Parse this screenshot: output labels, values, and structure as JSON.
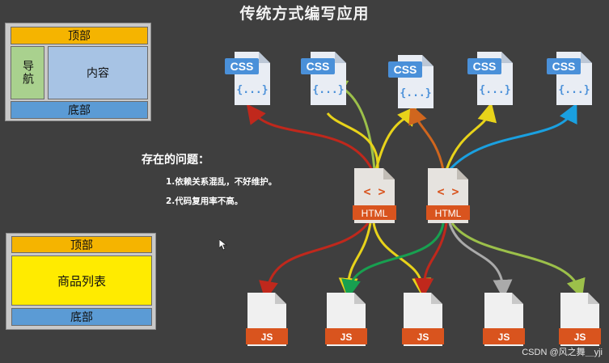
{
  "title": "传统方式编写应用",
  "layout1": {
    "top": "顶部",
    "nav": "导航",
    "content": "内容",
    "bottom": "底部"
  },
  "layout2": {
    "top": "顶部",
    "goods": "商品列表",
    "bottom": "底部"
  },
  "problems": {
    "heading": "存在的问题：",
    "items": [
      "1.依赖关系混乱，不好维护。",
      "2.代码复用率不高。"
    ]
  },
  "files": {
    "css_label": "CSS",
    "css_body": "{...}",
    "html_label": "HTML",
    "html_symbol": "< >",
    "js_label": "JS"
  },
  "colors": {
    "background": "#3f3f3f",
    "css_badge": "#4a90d9",
    "html_badge": "#d9541e",
    "js_badge": "#d9541e",
    "arrows": [
      "#c0281c",
      "#e8d31a",
      "#9cc04a",
      "#18a050",
      "#d0661e",
      "#1aa0e0",
      "#aaaaaa"
    ]
  },
  "watermark": "CSDN @风之舞＿yji"
}
